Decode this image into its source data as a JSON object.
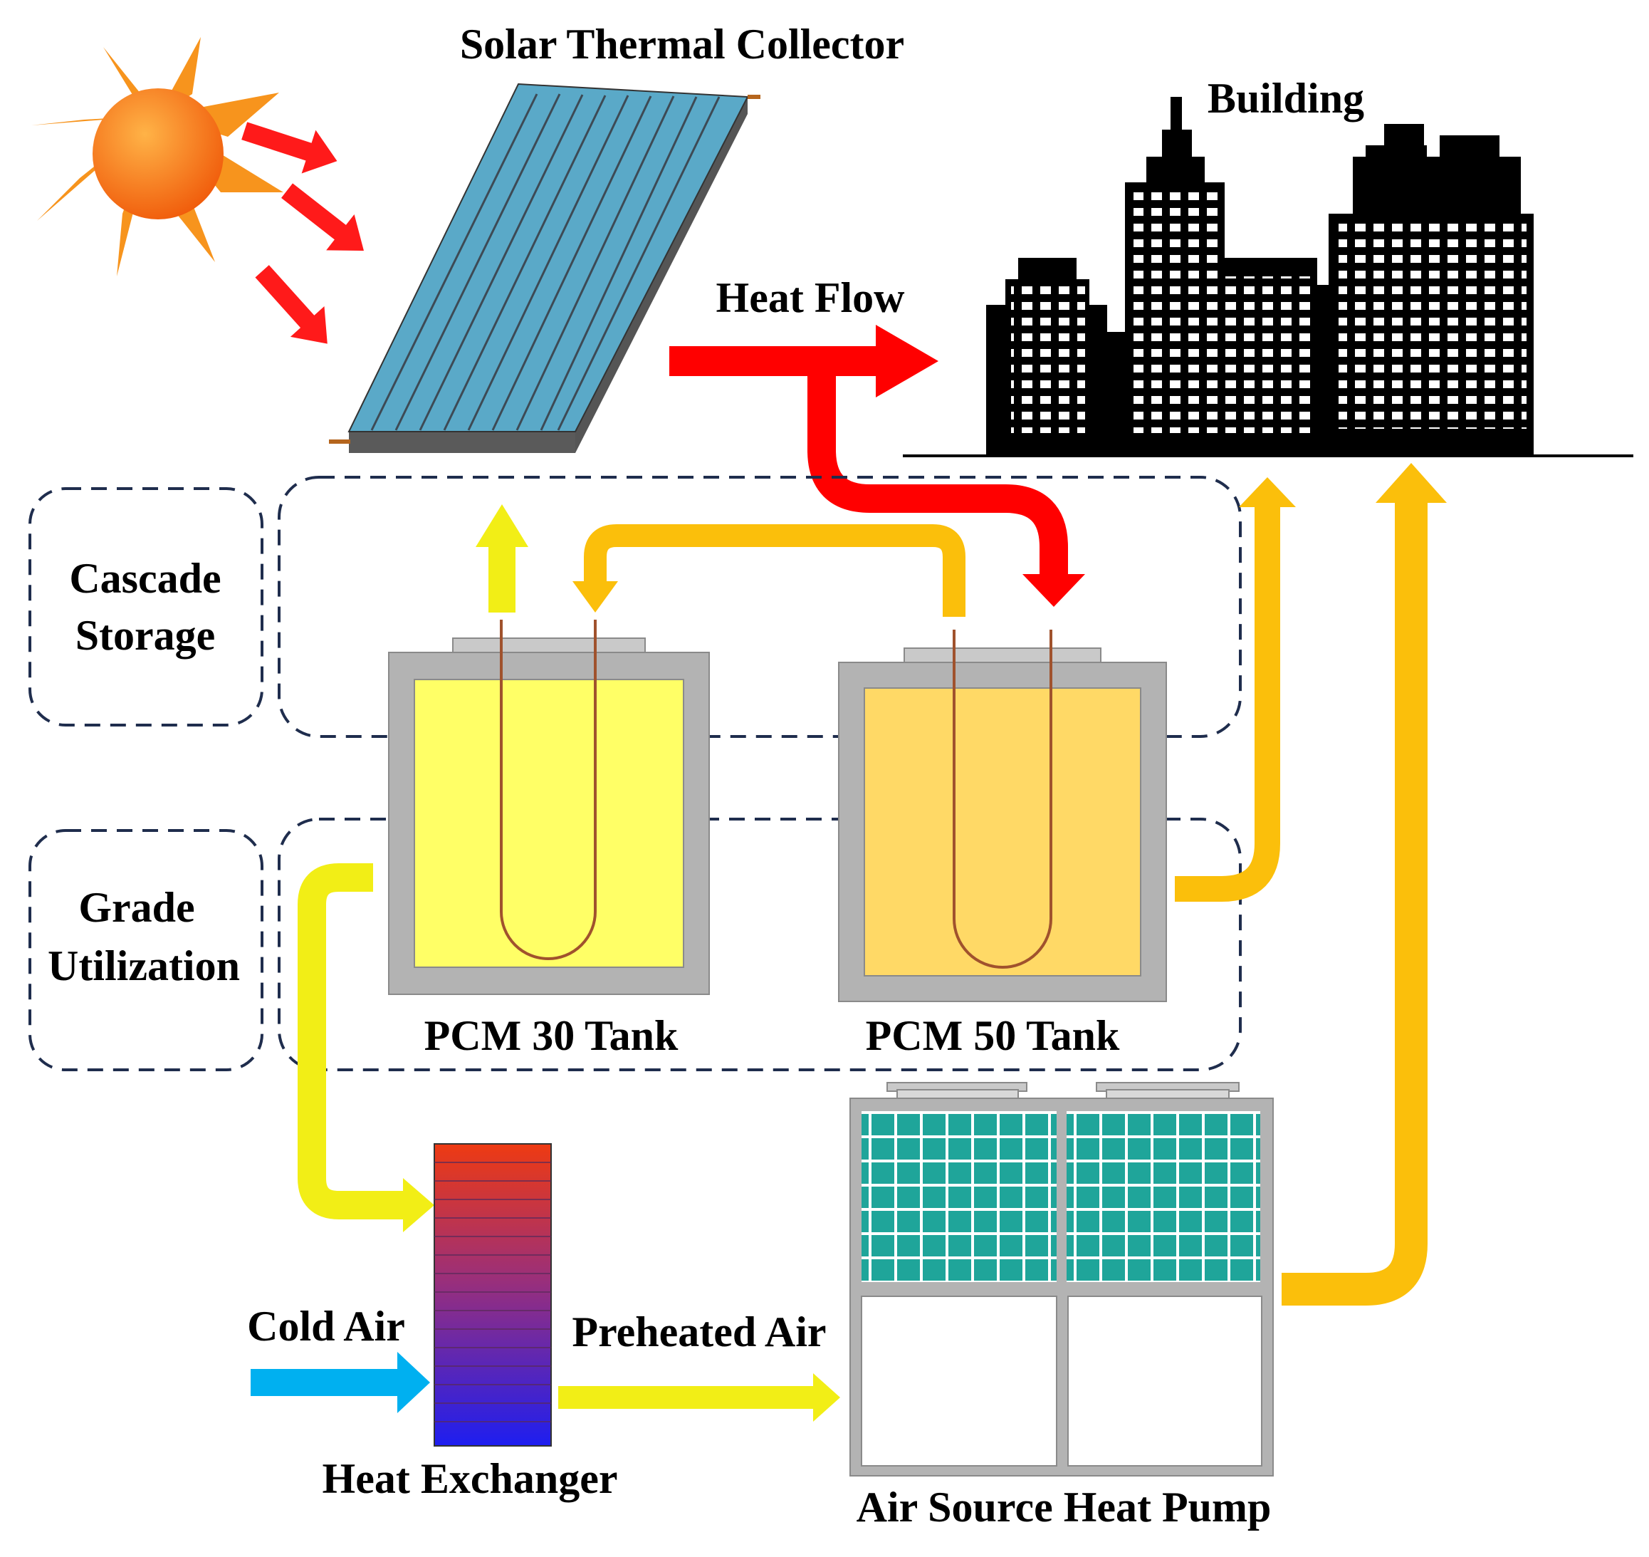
{
  "labels": {
    "solar_collector": "Solar Thermal Collector",
    "building": "Building",
    "heat_flow": "Heat Flow",
    "cascade_line1": "Cascade",
    "cascade_line2": "Storage",
    "grade_line1": "Grade",
    "grade_line2": "Utilization",
    "pcm30": "PCM 30 Tank",
    "pcm50": "PCM 50 Tank",
    "cold_air": "Cold Air",
    "preheated_air": "Preheated Air",
    "heat_exchanger": "Heat Exchanger",
    "heat_pump": "Air Source Heat Pump"
  },
  "colors": {
    "sun": "#f7941d",
    "solar_arrow": "#ff1a1a",
    "heat_flow": "#ff0000",
    "pcm30_flow": "#f2ee16",
    "pcm50_flow": "#fbbf0b",
    "cold_air": "#00b0f0",
    "collector_panel": "#5aa9c8",
    "pcm30_fill": "#ffff66",
    "pcm50_fill": "#ffd966",
    "tank_shell": "#b3b3b3",
    "coil": "#a0522d",
    "pump_grille": "#1fa59a",
    "building": "#000000",
    "dashed_box": "#1f2d4d"
  }
}
